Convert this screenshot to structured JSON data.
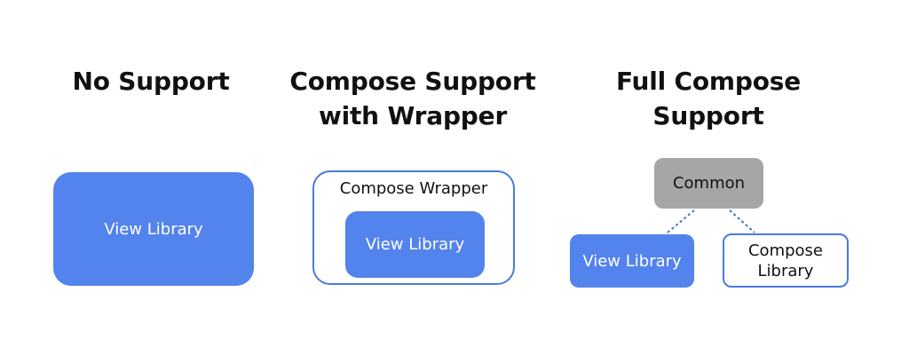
{
  "columns": [
    {
      "title_lines": [
        "No Support"
      ],
      "view_library": "View Library"
    },
    {
      "title_lines": [
        "Compose Support",
        "with Wrapper"
      ],
      "wrapper_label": "Compose Wrapper",
      "view_library": "View Library"
    },
    {
      "title_lines": [
        "Full Compose",
        "Support"
      ],
      "common": "Common",
      "view_library": "View Library",
      "compose_library_lines": [
        "Compose",
        "Library"
      ]
    }
  ],
  "colors": {
    "accent": "#5383ec",
    "outline": "#4a7ae0",
    "common": "#a6a6a6",
    "connector": "#3c78c8"
  }
}
